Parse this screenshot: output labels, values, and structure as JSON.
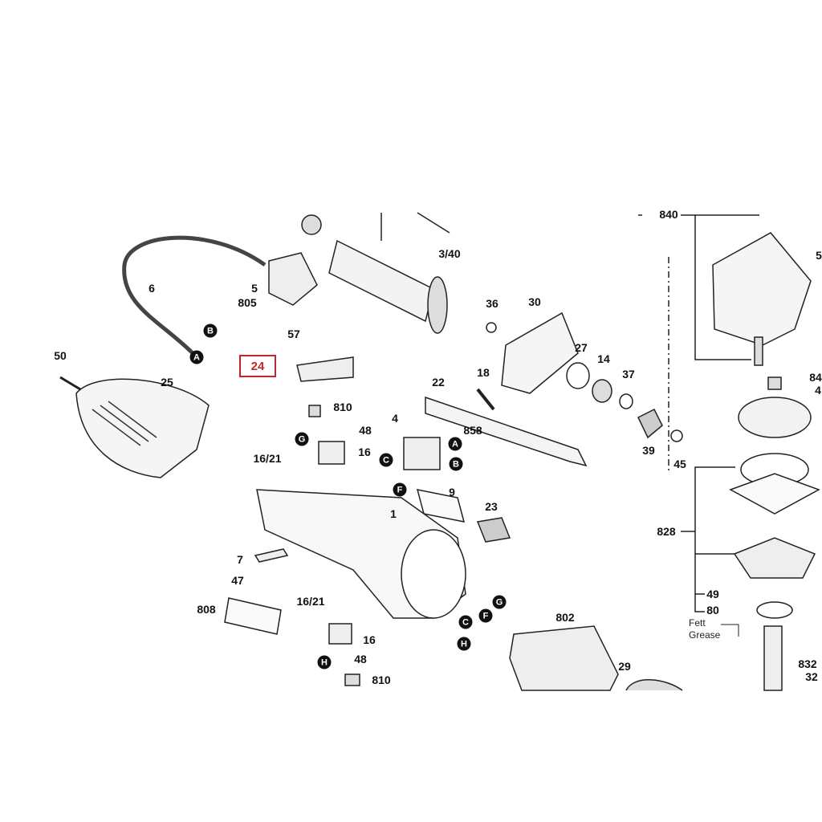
{
  "highlighted_part": "24",
  "callouts": {
    "p840": "840",
    "p5r": "5",
    "p84": "84",
    "p4r": "4",
    "p828": "828",
    "p49": "49",
    "p80": "80",
    "p832": "832",
    "p32": "32",
    "p29": "29",
    "p340": "3/40",
    "p36": "36",
    "p30": "30",
    "p27": "27",
    "p14": "14",
    "p37": "37",
    "p39": "39",
    "p45": "45",
    "p18": "18",
    "p22": "22",
    "p4": "4",
    "p858": "858",
    "p9": "9",
    "p23": "23",
    "p1": "1",
    "p802": "802",
    "p808": "808",
    "p7": "7",
    "p47": "47",
    "p1621b": "16/21",
    "p16b": "16",
    "p48b": "48",
    "p810b": "810",
    "p1621a": "16/21",
    "p16a": "16",
    "p48a": "48",
    "p810a": "810",
    "p57": "57",
    "p50": "50",
    "p25": "25",
    "p6": "6",
    "p5": "5",
    "p805": "805"
  },
  "connectors": {
    "A": "A",
    "B": "B",
    "C": "C",
    "F": "F",
    "G": "G",
    "H": "H"
  },
  "notes": {
    "fett": "Fett",
    "grease": "Grease"
  }
}
